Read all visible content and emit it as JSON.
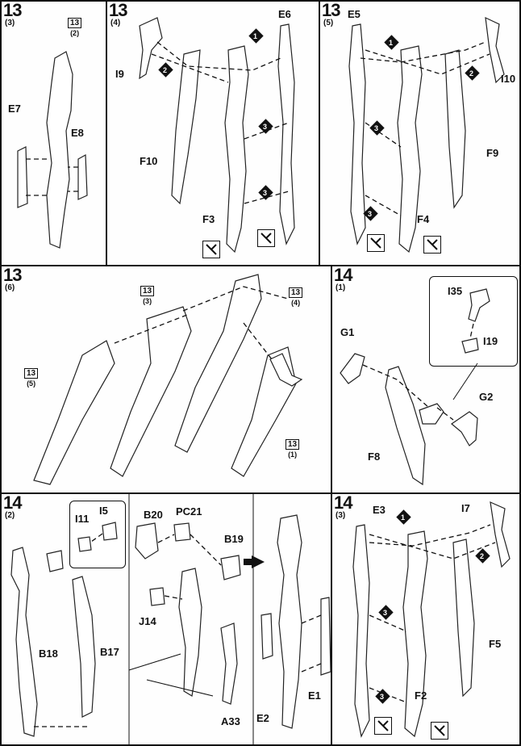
{
  "panels": [
    {
      "id": "13-3",
      "step": "13",
      "sub": "(3)",
      "refs": [
        {
          "num": "13",
          "sub": "(2)"
        }
      ],
      "labels": [
        "E7",
        "E8"
      ]
    },
    {
      "id": "13-4",
      "step": "13",
      "sub": "(4)",
      "labels": [
        "E6",
        "I9",
        "F10",
        "F3"
      ],
      "arrows": [
        "1",
        "2",
        "3",
        "3"
      ]
    },
    {
      "id": "13-5",
      "step": "13",
      "sub": "(5)",
      "labels": [
        "E5",
        "I10",
        "F9",
        "F4"
      ],
      "arrows": [
        "1",
        "2",
        "3",
        "3"
      ]
    },
    {
      "id": "13-6",
      "step": "13",
      "sub": "(6)",
      "refs": [
        {
          "num": "13",
          "sub": "(3)"
        },
        {
          "num": "13",
          "sub": "(4)"
        },
        {
          "num": "13",
          "sub": "(5)"
        },
        {
          "num": "13",
          "sub": "(1)"
        }
      ]
    },
    {
      "id": "14-1",
      "step": "14",
      "sub": "(1)",
      "labels": [
        "I35",
        "I19",
        "G1",
        "G2",
        "F8"
      ]
    },
    {
      "id": "14-2",
      "step": "14",
      "sub": "(2)",
      "labels": [
        "I11",
        "I5",
        "B18",
        "B17",
        "B20",
        "PC21",
        "B19",
        "J14",
        "A33",
        "E1",
        "E2"
      ]
    },
    {
      "id": "14-3",
      "step": "14",
      "sub": "(3)",
      "labels": [
        "E3",
        "I7",
        "F5",
        "F2"
      ],
      "arrows": [
        "1",
        "2",
        "3",
        "3"
      ]
    }
  ]
}
